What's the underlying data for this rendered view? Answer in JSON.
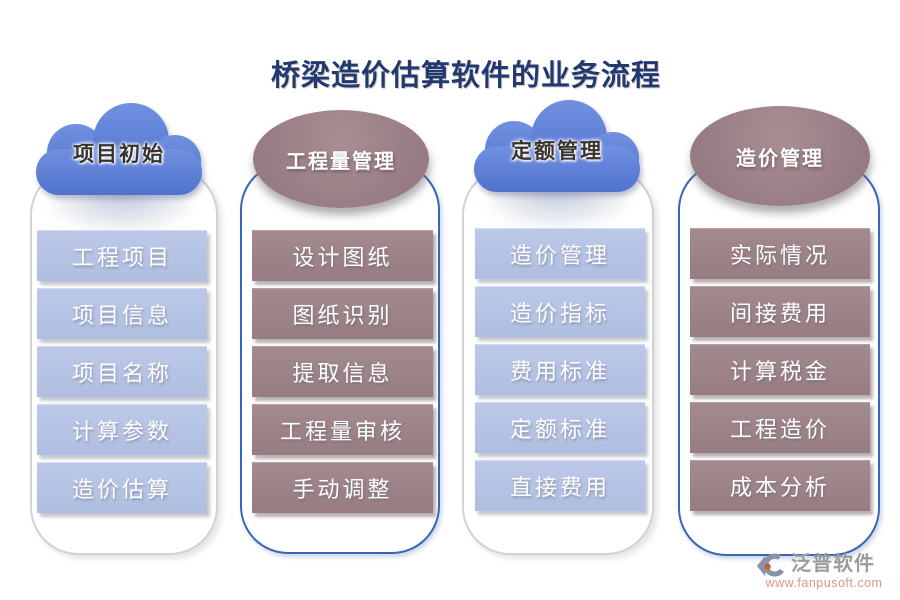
{
  "title": "桥梁造价估算软件的业务流程",
  "columns": [
    {
      "header": "项目初始",
      "shape": "cloud",
      "items": [
        "工程项目",
        "项目信息",
        "项目名称",
        "计算参数",
        "造价估算"
      ]
    },
    {
      "header": "工程量管理",
      "shape": "ellipse",
      "items": [
        "设计图纸",
        "图纸识别",
        "提取信息",
        "工程量审核",
        "手动调整"
      ]
    },
    {
      "header": "定额管理",
      "shape": "cloud",
      "items": [
        "造价管理",
        "造价指标",
        "费用标准",
        "定额标准",
        "直接费用"
      ]
    },
    {
      "header": "造价管理",
      "shape": "ellipse",
      "items": [
        "实际情况",
        "间接费用",
        "计算税金",
        "工程造价",
        "成本分析"
      ]
    }
  ],
  "footer": {
    "brand": "泛普软件",
    "website": "www.fanpusoft.com"
  },
  "colors": {
    "cloud_blue": "#5b7dd6",
    "step_blue": "#b5c3e3",
    "header_mauve": "#9c8287",
    "step_mauve": "#9d8487",
    "panel_border_blue": "#3a66b8",
    "panel_border_gray": "#d2d2d2",
    "title_text": "#1e3a6e",
    "brand_gray": "#9b9b9b",
    "website_pink": "#e2928c"
  }
}
